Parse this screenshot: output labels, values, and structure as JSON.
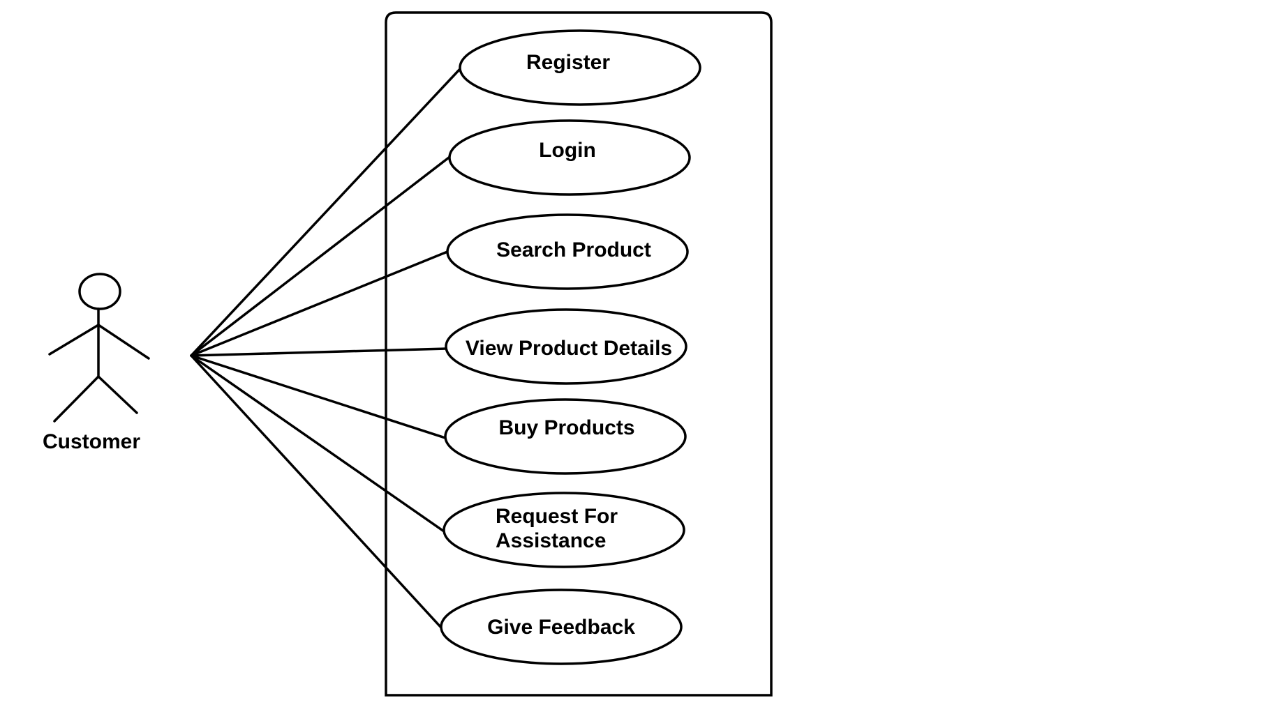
{
  "actor": {
    "name": "Customer",
    "icon": "stick-figure-icon"
  },
  "use_cases": [
    {
      "label": "Register"
    },
    {
      "label": "Login"
    },
    {
      "label": "Search Product"
    },
    {
      "label": "View Product Details"
    },
    {
      "label": "Buy Products"
    },
    {
      "label": "Request For\nAssistance"
    },
    {
      "label": "Give Feedback"
    }
  ],
  "colors": {
    "line": "#000000",
    "background": "#ffffff"
  }
}
